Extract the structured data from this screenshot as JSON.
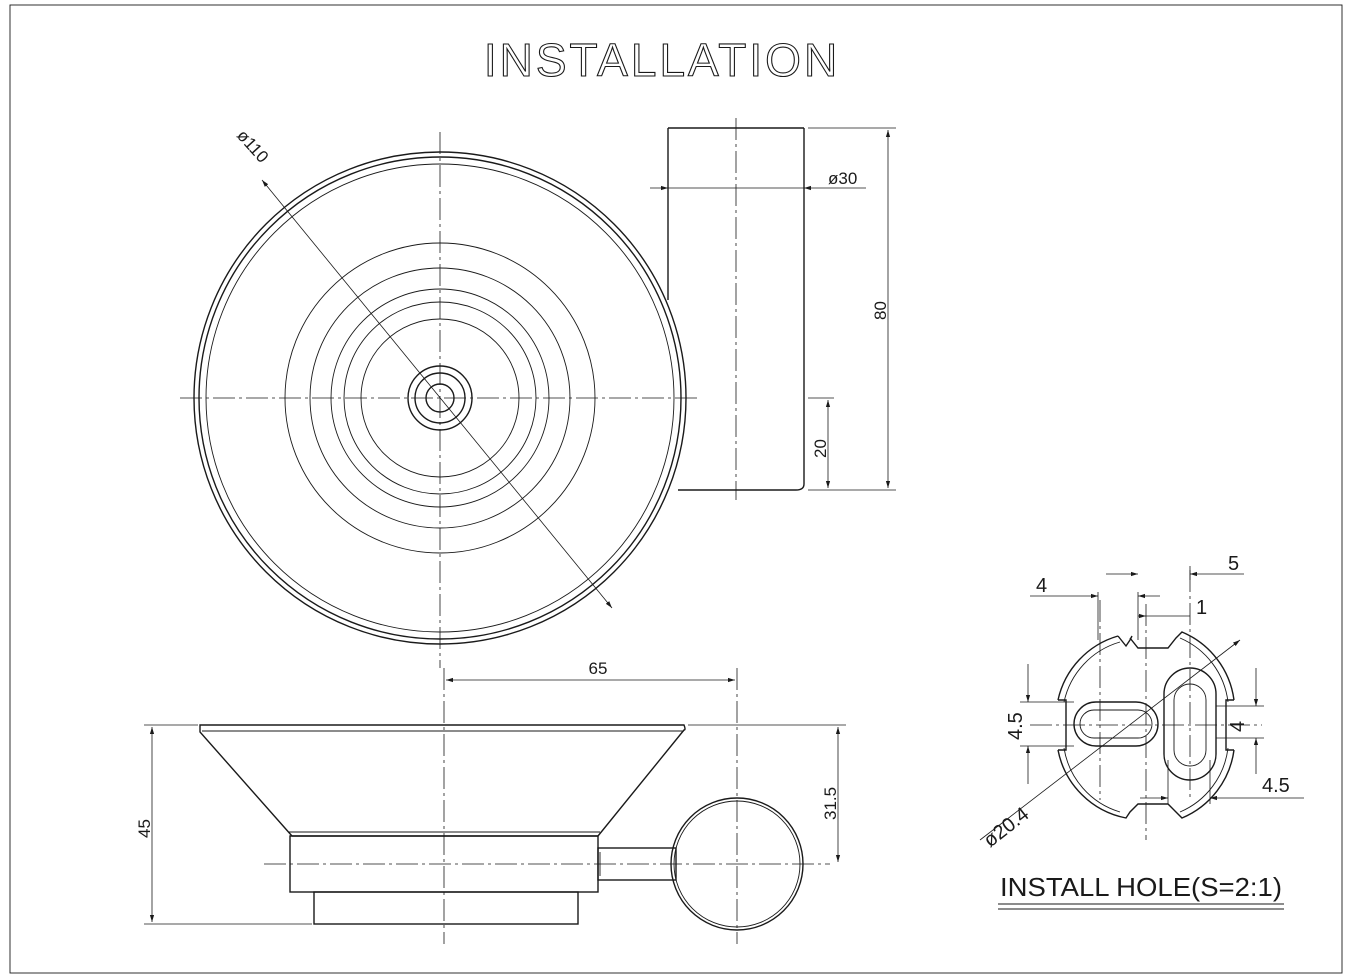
{
  "title": "INSTALLATION",
  "top_view": {
    "dim_diameter": "ø110",
    "dim_holder_diameter": "ø30",
    "dim_height": "80",
    "dim_offset": "20"
  },
  "side_view": {
    "dim_width": "65",
    "dim_total_height": "45",
    "dim_holder_height": "31.5"
  },
  "install_hole": {
    "caption": "INSTALL HOLE(S=2:1)",
    "dim_4_top": "4",
    "dim_5": "5",
    "dim_1": "1",
    "dim_4_5_left": "4.5",
    "dim_4_right": "4",
    "dim_4_5_bottom": "4.5",
    "dim_diameter": "ø20.4"
  }
}
